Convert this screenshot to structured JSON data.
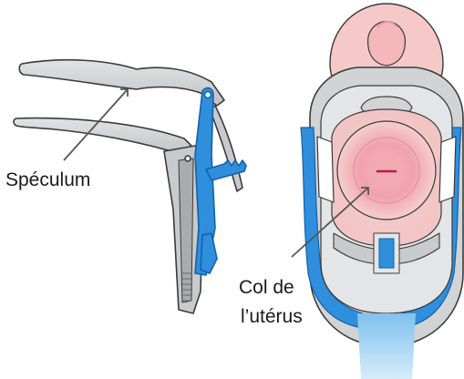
{
  "labels": {
    "speculum": "Spéculum",
    "cervix_line1": "Col de",
    "cervix_line2": "l’utérus"
  },
  "colors": {
    "steel_fill": "#d2d3d4",
    "steel_dark": "#a9abad",
    "outline": "#3a3a3a",
    "blue_fill": "#2f8fdc",
    "blue_dark": "#1560a8",
    "skin": "#f6c9c9",
    "cervix_center": "#f3a9b2",
    "pointer_line": "#555555"
  }
}
